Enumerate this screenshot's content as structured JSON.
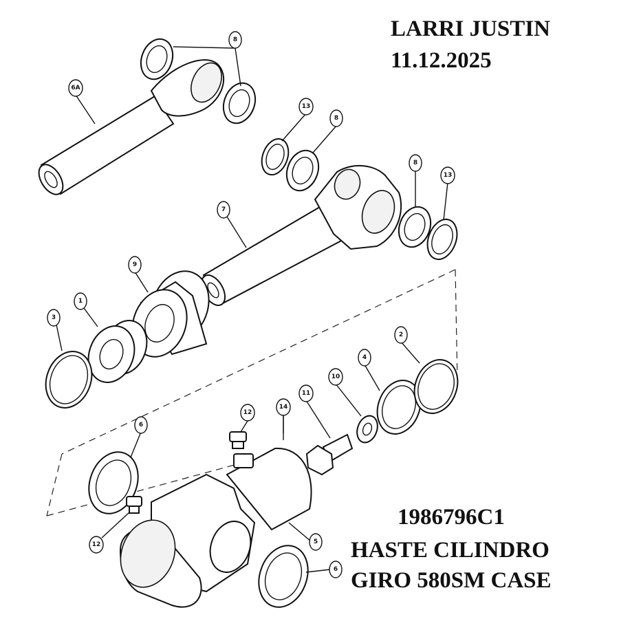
{
  "header": {
    "author": "LARRI JUSTIN",
    "date": "11.12.2025"
  },
  "footer": {
    "part_number": "1986796C1",
    "description_line1": "HASTE CILINDRO",
    "description_line2": "GIRO 580SM CASE"
  },
  "callouts": {
    "c8_top": "8",
    "c6a": "6A",
    "c13_a": "13",
    "c8_b": "8",
    "c8_c": "8",
    "c13_b": "13",
    "c7": "7",
    "c9": "9",
    "c3": "3",
    "c1": "1",
    "c2": "2",
    "c4": "4",
    "c10": "10",
    "c11": "11",
    "c14": "14",
    "c12_top": "12",
    "c6_top": "6",
    "c12_bottom": "12",
    "c5": "5",
    "c6_bottom": "6"
  }
}
